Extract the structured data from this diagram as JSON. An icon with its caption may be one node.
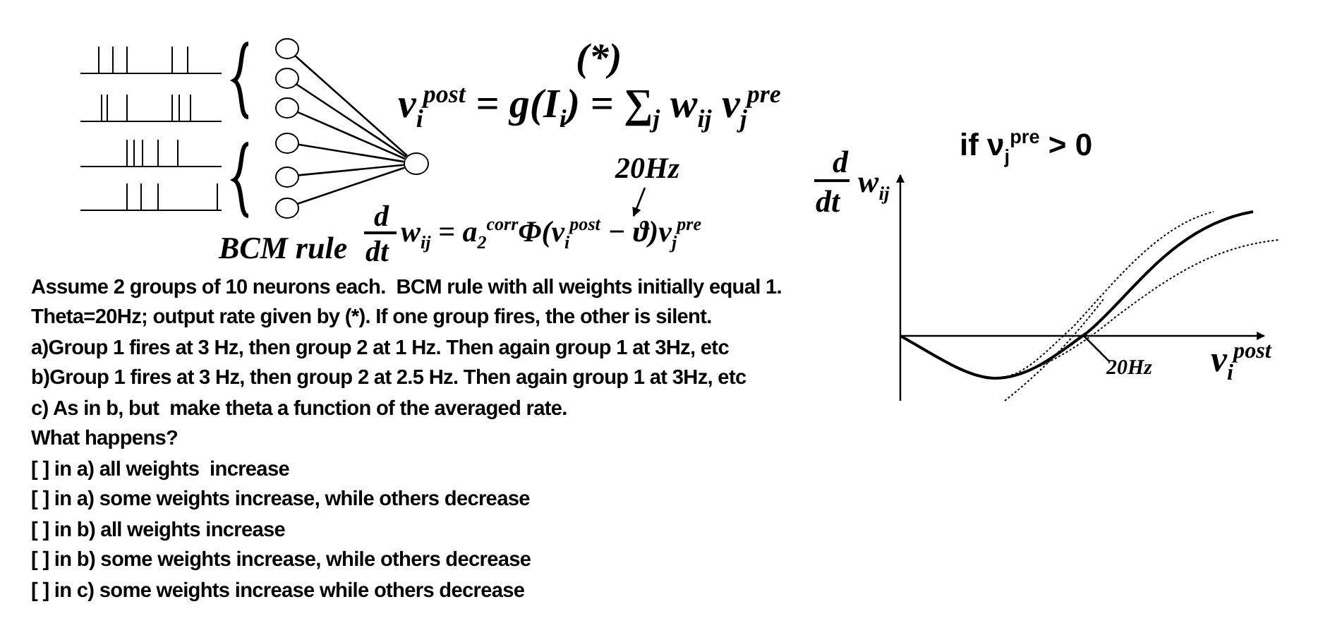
{
  "diagram": {
    "nodes": [
      {
        "text": [],
        "shape": "circle"
      },
      {
        "text": [],
        "shape": "circle"
      },
      {
        "text": [],
        "shape": "circle"
      },
      {
        "text": [],
        "shape": "circle"
      },
      {
        "text": [],
        "shape": "circle"
      },
      {
        "text": [],
        "shape": "circle"
      },
      {
        "text": [],
        "shape": "circle"
      },
      {
        "text": [
          "20Hz"
        ]
      },
      {
        "text": [
          "w$_{ij}$ = a$_{2}$$^{corr}$Φ(ν$_{i}$$^{post}$ − ϑ)ν$_{j}$$^{pre}$"
        ]
      },
      {
        "text": [
          "20Hz"
        ]
      }
    ],
    "edges": [
      {
        "from": 0,
        "to": 6,
        "arrow": "none"
      },
      {
        "from": 1,
        "to": 6,
        "arrow": "none"
      },
      {
        "from": 2,
        "to": 6,
        "arrow": "none"
      },
      {
        "from": 3,
        "to": 6,
        "arrow": "none"
      },
      {
        "from": 4,
        "to": 6,
        "arrow": "none"
      },
      {
        "from": 5,
        "to": 6,
        "arrow": "none"
      },
      {
        "from": 7,
        "to": 8,
        "arrow": "to"
      },
      {
        "from": 9,
        "to": null,
        "arrow": "none"
      }
    ],
    "labels": [
      "(*)",
      "ν$_{i}$$^{post}$ = g(I$_{i}$) = ∑$_{j}$ w$_{ij}$ ν$_{j}$$^{pre}$",
      "if ν$_{j}$$^{pre}$ > 0",
      "d",
      "dt",
      "w$_{ij}$",
      "d",
      "dt",
      "BCM rule",
      "Assume 2 groups of 10 neurons each.  BCM rule with all weights initially equal 1.",
      "Theta=20Hz; output rate given by (*). If one group fires, the other is silent.",
      "a)Group 1 fires at 3 Hz, then group 2 at 1 Hz. Then again group 1 at 3Hz, etc",
      "b)Group 1 fires at 3 Hz, then group 2 at 2.5 Hz. Then again group 1 at 3Hz, etc",
      "ν$_{i}$$^{post}$",
      "c) As in b, but  make theta a function of the averaged rate.",
      "What happens?",
      "[ ] in a) all weights  increase",
      "[ ] in a) some weights increase, while others decrease",
      "[ ] in b) all weights increase",
      "[ ] in b) some weights increase, while others decrease",
      "[ ] in c) some weights increase while others decrease"
    ]
  }
}
